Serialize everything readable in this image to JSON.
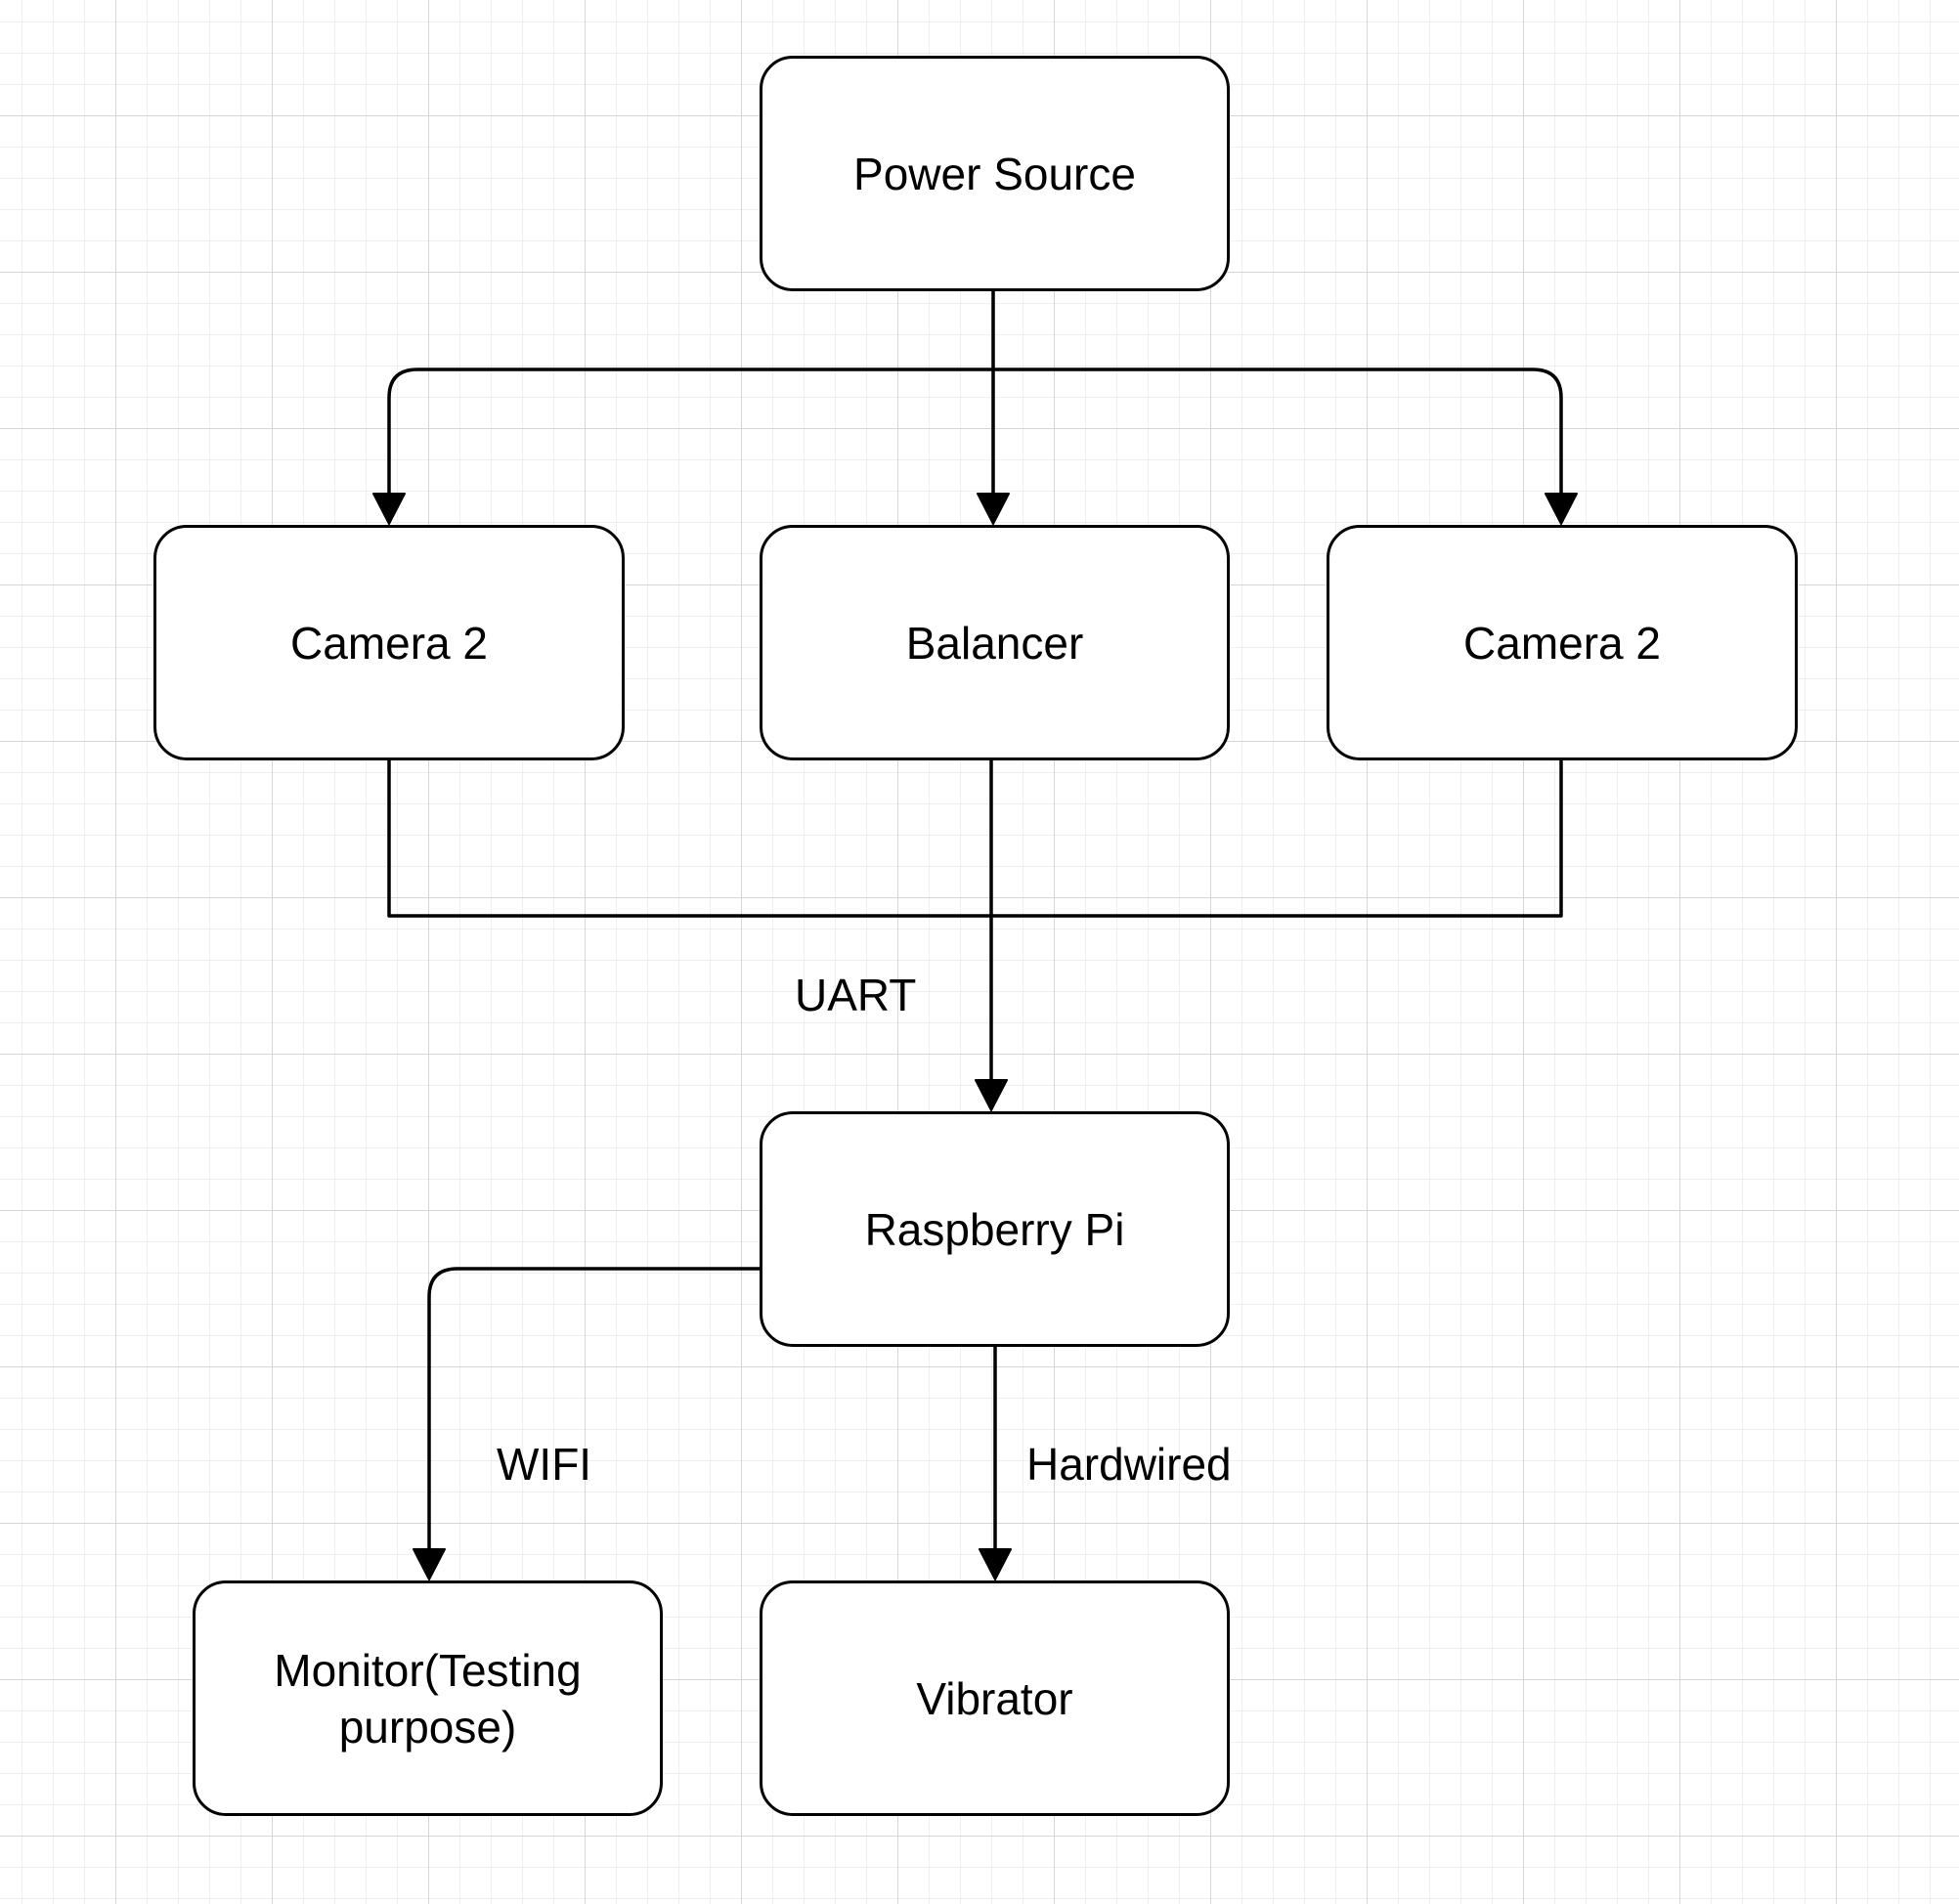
{
  "nodes": {
    "power_source": "Power Source",
    "camera_left": "Camera 2",
    "balancer": "Balancer",
    "camera_right": "Camera 2",
    "raspberry_pi": "Raspberry Pi",
    "monitor": "Monitor(Testing purpose)",
    "vibrator": "Vibrator"
  },
  "edge_labels": {
    "uart": "UART",
    "wifi": "WIFI",
    "hardwired": "Hardwired"
  },
  "colors": {
    "stroke": "#000000",
    "background": "#ffffff",
    "grid_major": "#d6d6d6",
    "grid_minor": "#efefef"
  }
}
